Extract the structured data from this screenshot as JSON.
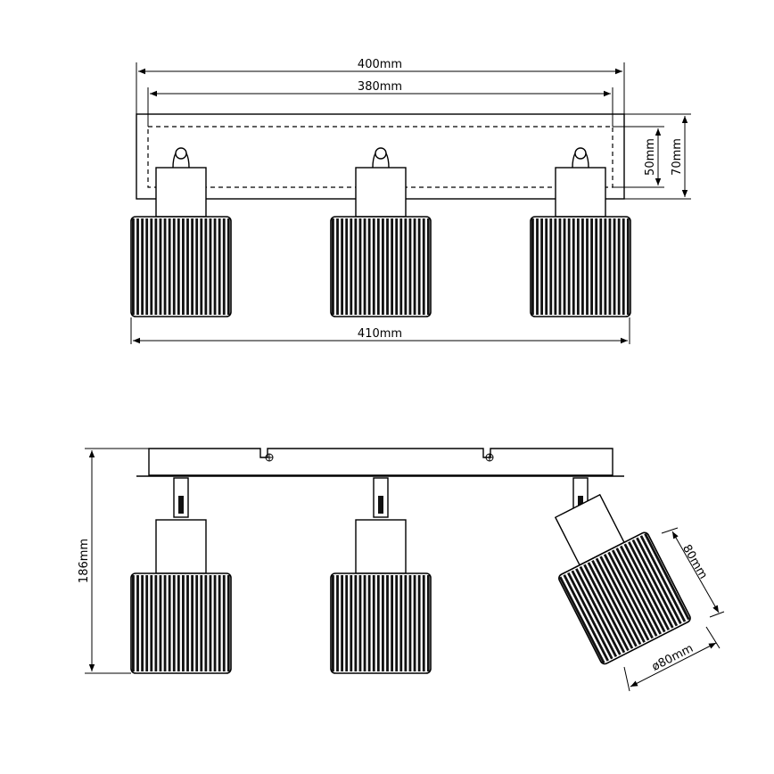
{
  "dimensions": {
    "front_outer_width": "400mm",
    "front_inner_width": "380mm",
    "front_overall_width": "410mm",
    "front_inner_height": "50mm",
    "front_outer_height": "70mm",
    "side_total_height": "186mm",
    "shade_height": "80mm",
    "shade_diameter": "ø80mm"
  }
}
